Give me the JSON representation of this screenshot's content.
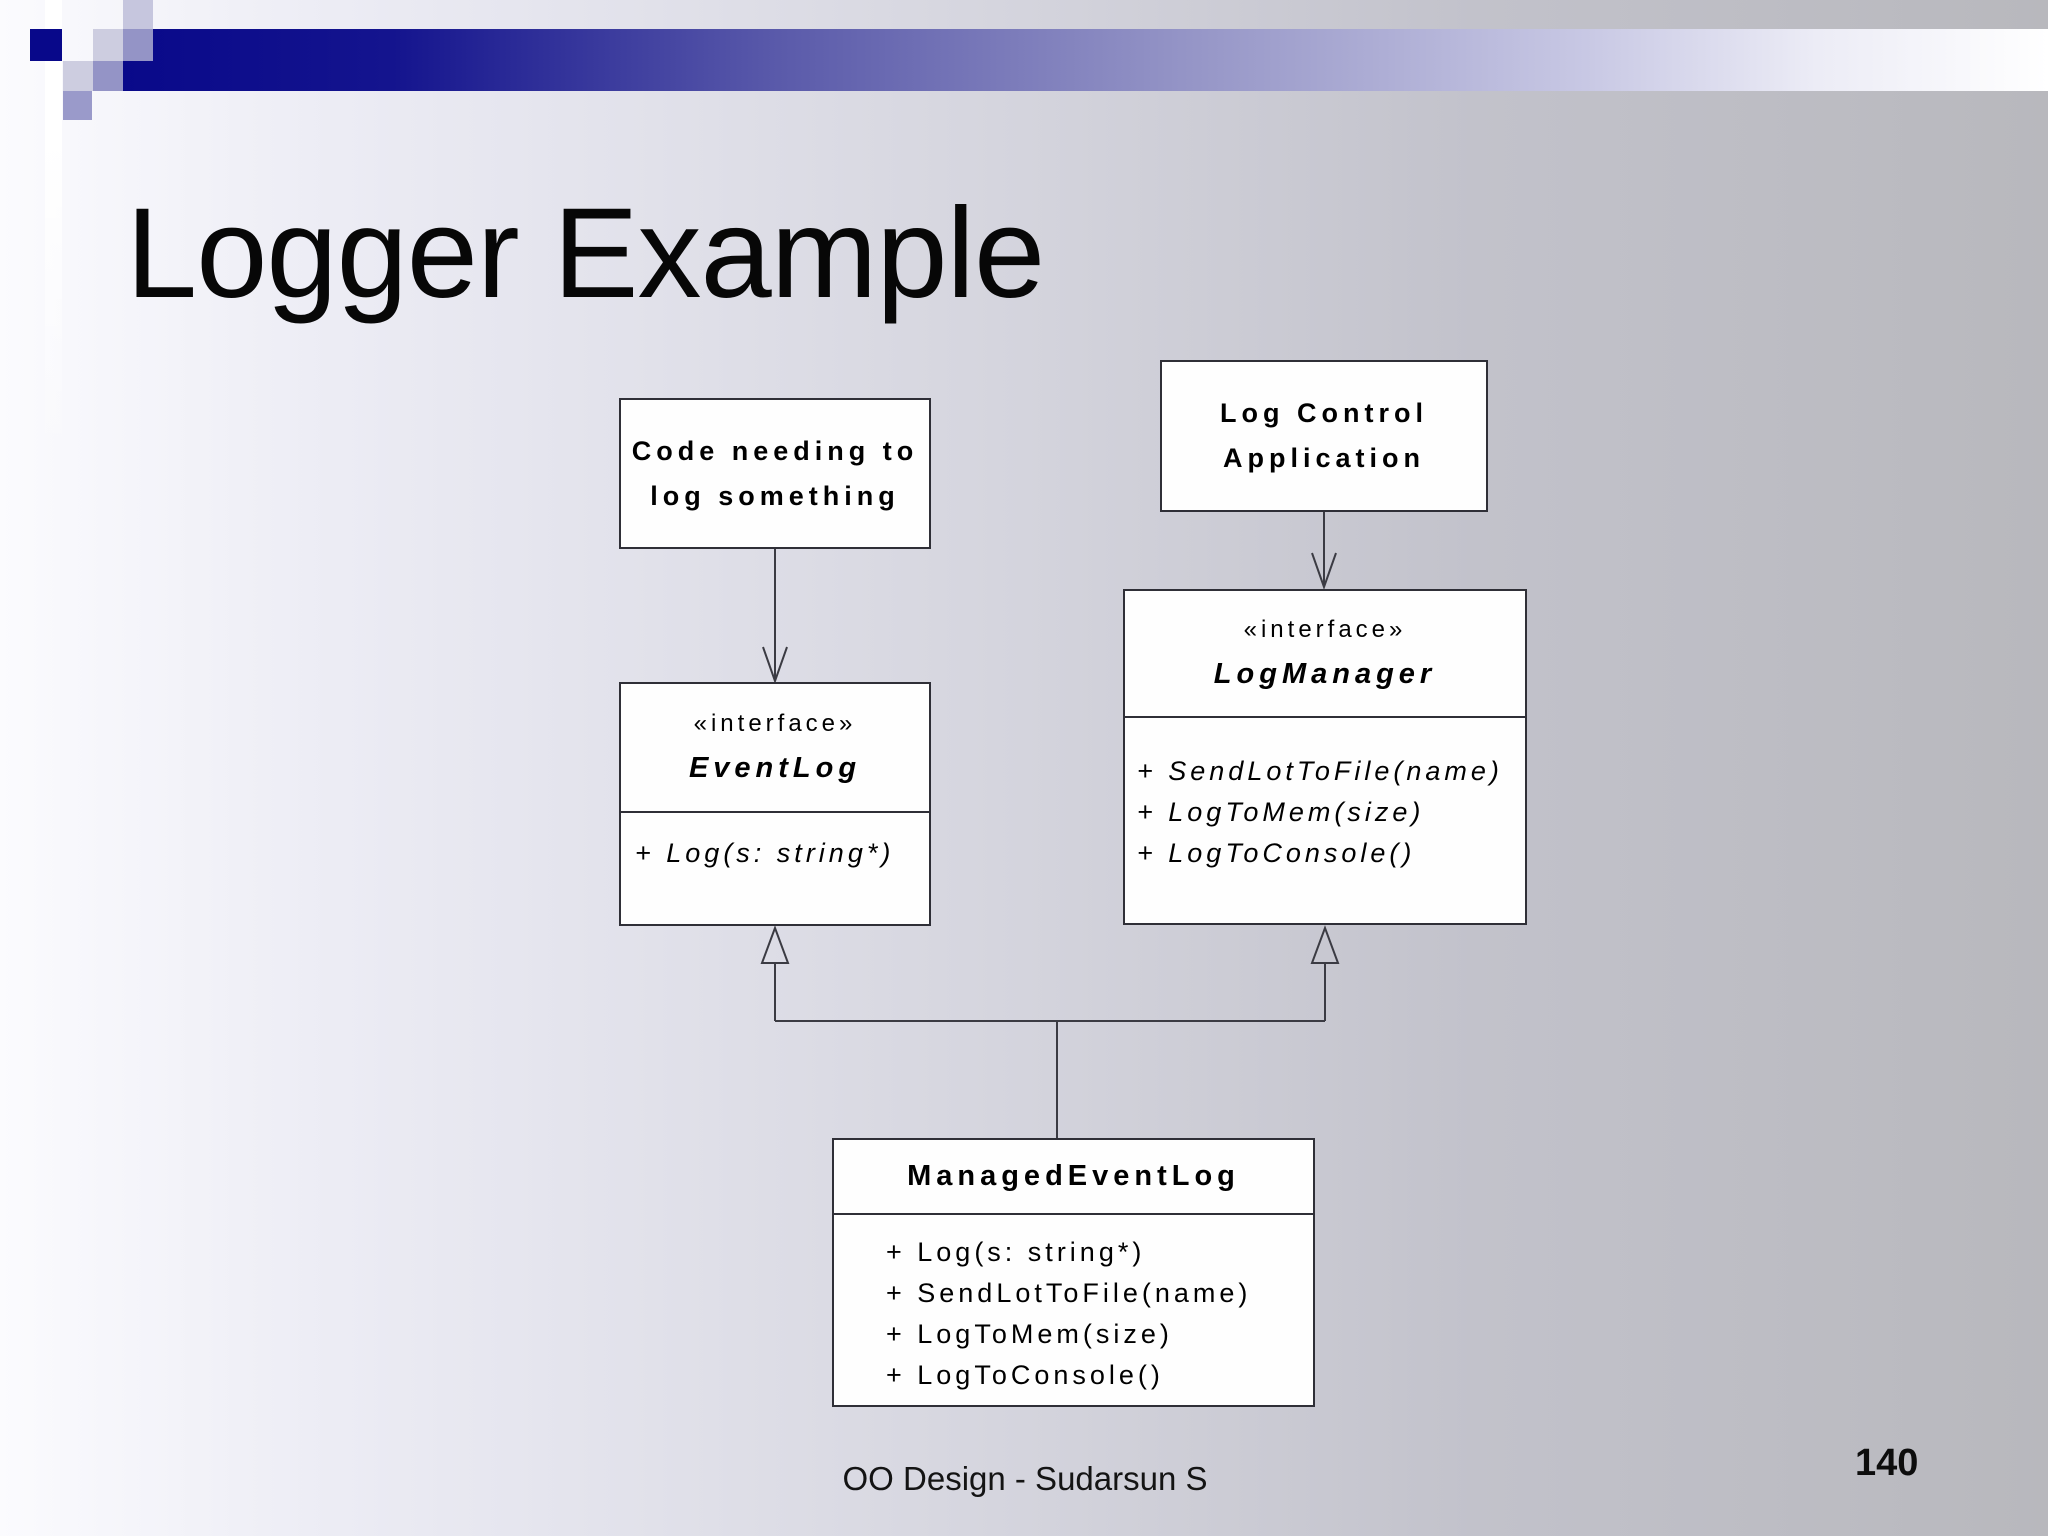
{
  "slide": {
    "title": "Logger Example",
    "footer": "OO Design - Sudarsun S",
    "page_number": "140"
  },
  "colors": {
    "band_navy": "#09098a",
    "band_fade_end": "#ffffff",
    "square_navy": "#08088a",
    "square_light": "#cdcde0",
    "square_medium": "#9494c6",
    "square_medium_low": "#9a9aca",
    "square_pale_blue": "#c6c6de",
    "background_left": "#fbfbfe",
    "background_right": "#b8b8bd",
    "box_fill": "#fefefe",
    "box_border": "#2f2f37",
    "connector_stroke": "#3b3b43"
  },
  "diagram": {
    "boxes": {
      "code_client": {
        "lines": [
          "Code needing to",
          "log something"
        ]
      },
      "log_control": {
        "lines": [
          "Log Control",
          "Application"
        ]
      },
      "eventlog": {
        "stereotype": "«interface»",
        "name": "EventLog",
        "methods": [
          "+ Log(s: string*)"
        ]
      },
      "logmanager": {
        "stereotype": "«interface»",
        "name": "LogManager",
        "methods": [
          "+ SendLotToFile(name)",
          "+ LogToMem(size)",
          "+ LogToConsole()"
        ]
      },
      "managed_eventlog": {
        "name": "ManagedEventLog",
        "methods": [
          "+ Log(s: string*)",
          "+ SendLotToFile(name)",
          "+ LogToMem(size)",
          "+ LogToConsole()"
        ]
      }
    },
    "connectors": [
      {
        "from": "Code needing to log something",
        "to": "EventLog",
        "type": "dependency-arrow"
      },
      {
        "from": "Log Control Application",
        "to": "LogManager",
        "type": "dependency-arrow"
      },
      {
        "from": "ManagedEventLog",
        "to": "EventLog",
        "type": "realization-triangle"
      },
      {
        "from": "ManagedEventLog",
        "to": "LogManager",
        "type": "realization-triangle"
      }
    ]
  }
}
